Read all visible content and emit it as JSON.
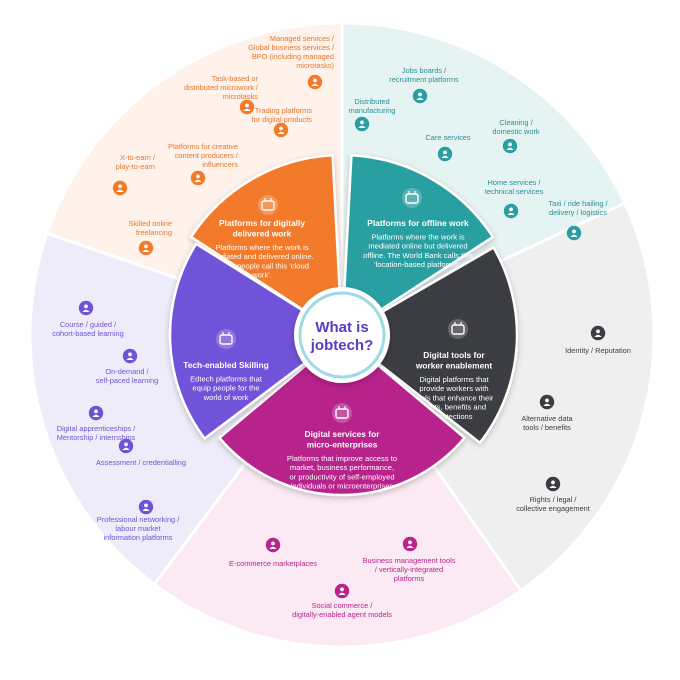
{
  "center": {
    "line1": "What is",
    "line2": "jobtech?"
  },
  "colors": {
    "orange": "#f37a2a",
    "teal": "#2a9fa2",
    "dark": "#3a3d42",
    "magenta": "#b8248b",
    "purple": "#6f52d8",
    "center_text": "#5a3bc4"
  },
  "petals": [
    {
      "id": "digitally-delivered",
      "color": "#f37a2a",
      "icon": "briefcase-globe-icon",
      "title": [
        "Platforms for digitally",
        "delivered work"
      ],
      "desc": [
        "Platforms where the work is",
        "mediated and delivered online.",
        "Some people call this 'cloud",
        "work'."
      ]
    },
    {
      "id": "offline-work",
      "color": "#2a9fa2",
      "icon": "gear-icon",
      "title": [
        "Platforms for offline work"
      ],
      "desc": [
        "Platforms where the work is",
        "mediated online but delivered",
        "offline. The World Bank calls this",
        "'location-based platforms'."
      ]
    },
    {
      "id": "worker-enablement",
      "color": "#3a3d42",
      "icon": "bar-chart-icon",
      "title": [
        "Digital tools for",
        "worker enablement"
      ],
      "desc": [
        "Digital platforms that",
        "provide workers with",
        "tools that enhance their",
        "rights, benefits and",
        "protections"
      ]
    },
    {
      "id": "micro-enterprises",
      "color": "#b8248b",
      "icon": "bank-icon",
      "title": [
        "Digital services for",
        "micro-enterprises"
      ],
      "desc": [
        "Platforms that improve access to",
        "market, business performance,",
        "or productivity of self-employed",
        "individuals or microenterprises"
      ]
    },
    {
      "id": "skilling",
      "color": "#6f52d8",
      "icon": "chat-chart-icon",
      "title": [
        "Tech-enabled Skilling"
      ],
      "desc": [
        "Edtech platforms that",
        "equip people for the",
        "world of work"
      ]
    }
  ],
  "outer_labels": {
    "orange": [
      {
        "name": "managed-services",
        "lines": [
          "Managed services /",
          "Global business services /",
          "BPO (including managed",
          "microtasks)"
        ],
        "icon": "building-icon"
      },
      {
        "name": "task-based",
        "lines": [
          "Task-based or",
          "distributed microwork /",
          "microtasks"
        ],
        "icon": "hand-icon"
      },
      {
        "name": "trading-platforms",
        "lines": [
          "Trading platforms",
          "for digital products"
        ],
        "icon": "cart-icon"
      },
      {
        "name": "creative-content",
        "lines": [
          "Platforms for creative",
          "content producers /",
          "influencers"
        ],
        "icon": "star-icon"
      },
      {
        "name": "x-to-earn",
        "lines": [
          "X-to-earn /",
          "play-to-earn"
        ],
        "icon": "gamepad-icon"
      },
      {
        "name": "skilled-freelancing",
        "lines": [
          "Skilled online",
          "freelancing"
        ],
        "icon": "person-icon"
      }
    ],
    "teal": [
      {
        "name": "jobs-boards",
        "lines": [
          "Jobs boards /",
          "recruitment platforms"
        ],
        "icon": "search-icon"
      },
      {
        "name": "distributed-manufacturing",
        "lines": [
          "Distributed",
          "manufacturing"
        ],
        "icon": "factory-icon"
      },
      {
        "name": "cleaning",
        "lines": [
          "Cleaning /",
          "domestic work"
        ],
        "icon": "broom-icon"
      },
      {
        "name": "care-services",
        "lines": [
          "Care services"
        ],
        "icon": "care-icon"
      },
      {
        "name": "home-services",
        "lines": [
          "Home services /",
          "technical services"
        ],
        "icon": "toolbox-icon"
      },
      {
        "name": "taxi",
        "lines": [
          "Taxi / ride hailing /",
          "delivery / logistics"
        ],
        "icon": "car-icon"
      }
    ],
    "grey": [
      {
        "name": "identity",
        "lines": [
          "Identity / Reputation"
        ],
        "icon": "fingerprint-icon"
      },
      {
        "name": "alternative-data",
        "lines": [
          "Alternative data",
          "tools / benefits"
        ],
        "icon": "wallet-icon"
      },
      {
        "name": "rights-legal",
        "lines": [
          "Rights / legal /",
          "collective engagement"
        ],
        "icon": "scales-icon"
      }
    ],
    "pink": [
      {
        "name": "ecommerce",
        "lines": [
          "E-commerce marketplaces"
        ],
        "icon": "tag-icon"
      },
      {
        "name": "business-tools",
        "lines": [
          "Business management tools",
          "/ vertically-integrated",
          "platforms"
        ],
        "icon": "tools-icon"
      },
      {
        "name": "social-commerce",
        "lines": [
          "Social commerce /",
          "digitally-enabled agent models"
        ],
        "icon": "people-icon"
      }
    ],
    "lavender": [
      {
        "name": "course-guided",
        "lines": [
          "Course / guided /",
          "cohort-based learning"
        ],
        "icon": "group-icon"
      },
      {
        "name": "on-demand",
        "lines": [
          "On-demand /",
          "self-paced learning"
        ],
        "icon": "phone-icon"
      },
      {
        "name": "apprenticeships",
        "lines": [
          "Digital apprenticeships /",
          "Mentorship / internships"
        ],
        "icon": "mentor-icon"
      },
      {
        "name": "assessment",
        "lines": [
          "Assessment / credentialling"
        ],
        "icon": "certificate-icon"
      },
      {
        "name": "professional-networking",
        "lines": [
          "Professional networking /",
          "labour market",
          "information platforms"
        ],
        "icon": "network-icon"
      }
    ]
  }
}
